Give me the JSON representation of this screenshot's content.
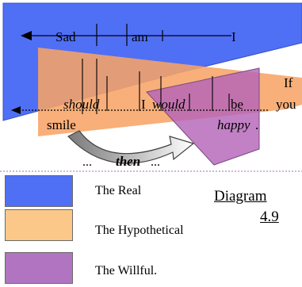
{
  "diagram": {
    "top_line": {
      "word1": "Sad",
      "word2": "am",
      "word3": "I"
    },
    "side_text": {
      "if": "If",
      "you": "you"
    },
    "middle_line": {
      "should": "should",
      "i": "I",
      "would": "would",
      "be": "be"
    },
    "bottom_words": {
      "smile": "smile",
      "happy": "happy",
      "period": "."
    },
    "then_label": "then",
    "then_prefix": "...",
    "then_suffix": "...",
    "colors": {
      "real": "#4f6ff5",
      "hypothetical": "#f7a466",
      "willful": "#b464b8",
      "divider": "#b08ac0"
    }
  },
  "legend": [
    {
      "label": "The Real",
      "color": "#4f6ff5"
    },
    {
      "label": "The Hypothetical",
      "color": "#fcc88a"
    },
    {
      "label": "The Willful.",
      "color": "#b074c0"
    }
  ],
  "caption": {
    "title": "Diagram",
    "number": "4.9"
  }
}
